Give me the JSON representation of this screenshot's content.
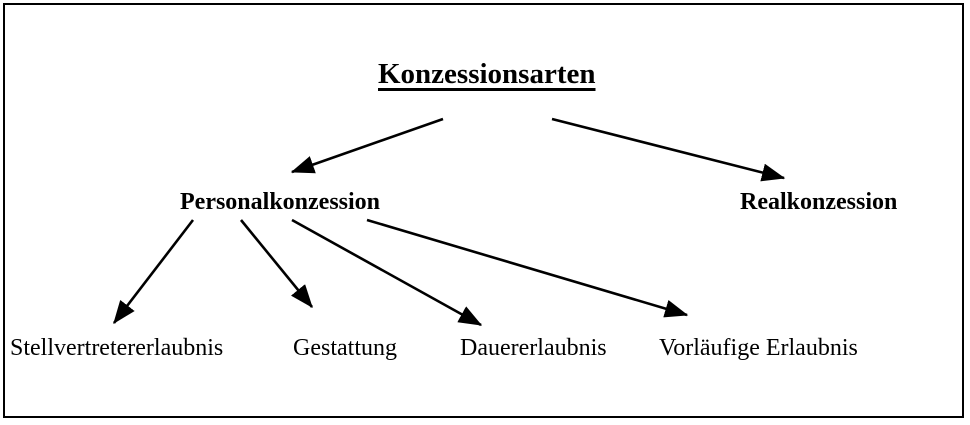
{
  "diagram": {
    "type": "tree",
    "title": "Konzessionsarten",
    "background_color": "#ffffff",
    "line_color": "#000000",
    "border_color": "#000000",
    "nodes": {
      "root": {
        "label": "Konzessionsarten",
        "level": 0
      },
      "personalkonzession": {
        "label": "Personalkonzession",
        "level": 1
      },
      "realkonzession": {
        "label": "Realkonzession",
        "level": 1
      },
      "stellvertretererlaubnis": {
        "label": "Stellvertretererlaubnis",
        "level": 2
      },
      "gestattung": {
        "label": "Gestattung",
        "level": 2
      },
      "dauererlaubnis": {
        "label": "Dauererlaubnis",
        "level": 2
      },
      "vorlaeufige_erlaubnis": {
        "label": "Vorläufige Erlaubnis",
        "level": 2
      }
    },
    "edges": [
      {
        "from": "root",
        "to": "personalkonzession"
      },
      {
        "from": "root",
        "to": "realkonzession"
      },
      {
        "from": "personalkonzession",
        "to": "stellvertretererlaubnis"
      },
      {
        "from": "personalkonzession",
        "to": "gestattung"
      },
      {
        "from": "personalkonzession",
        "to": "dauererlaubnis"
      },
      {
        "from": "personalkonzession",
        "to": "vorlaeufige_erlaubnis"
      }
    ]
  }
}
